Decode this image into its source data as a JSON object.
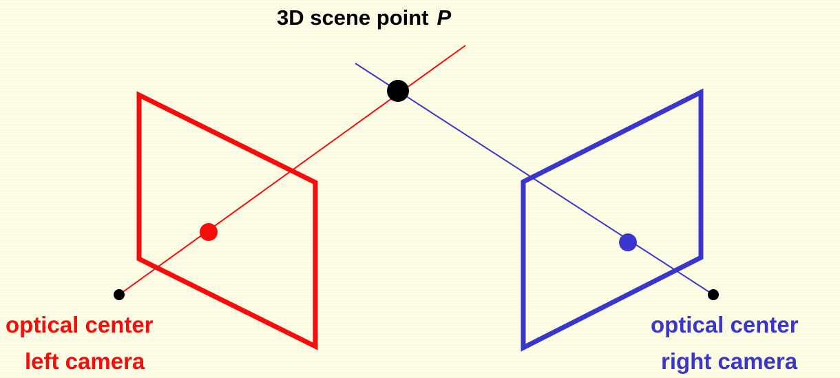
{
  "title": {
    "text": "3D scene point",
    "point_symbol": "P"
  },
  "left_camera": {
    "line1": "optical center",
    "line2": "left camera",
    "color": "#f70b0b"
  },
  "right_camera": {
    "line1": "optical center",
    "line2": "right camera",
    "color": "#3a36cc"
  },
  "scene_point_color": "#000000",
  "background": "#fdfde8"
}
